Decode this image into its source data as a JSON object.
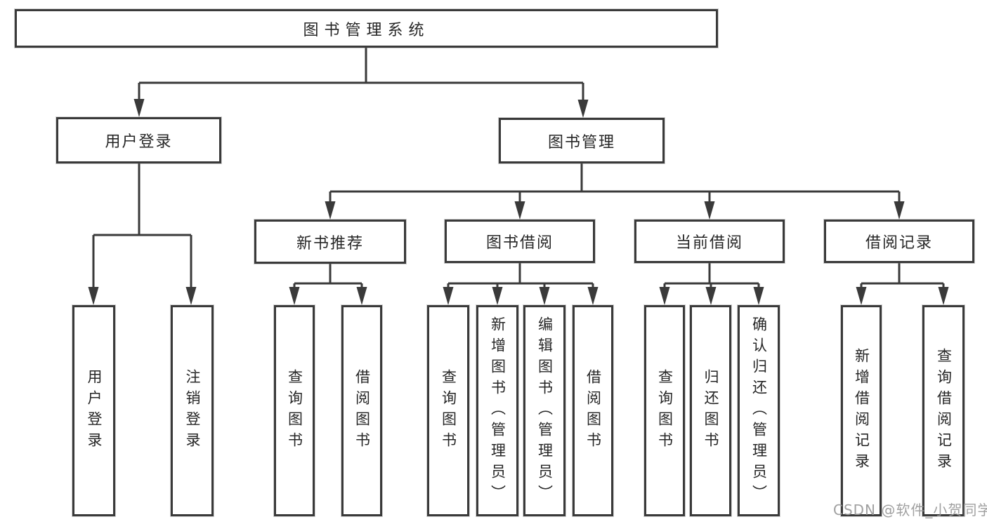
{
  "diagram": {
    "root": {
      "label": "图书管理系统"
    },
    "branches": [
      {
        "label": "用户登录",
        "children": [
          {
            "label": "用户登录"
          },
          {
            "label": "注销登录"
          }
        ]
      },
      {
        "label": "图书管理",
        "children": [
          {
            "label": "新书推荐",
            "children": [
              {
                "label": "查询图书"
              },
              {
                "label": "借阅图书"
              }
            ]
          },
          {
            "label": "图书借阅",
            "children": [
              {
                "label": "查询图书"
              },
              {
                "label": "新增图书（管理员）"
              },
              {
                "label": "编辑图书（管理员）"
              },
              {
                "label": "借阅图书"
              }
            ]
          },
          {
            "label": "当前借阅",
            "children": [
              {
                "label": "查询图书"
              },
              {
                "label": "归还图书"
              },
              {
                "label": "确认归还（管理员）"
              }
            ]
          },
          {
            "label": "借阅记录",
            "children": [
              {
                "label": "新增借阅记录"
              },
              {
                "label": "查询借阅记录"
              }
            ]
          }
        ]
      }
    ]
  },
  "watermark": {
    "text": "CSDN @软件_小贺同学",
    "color": "#989898"
  },
  "colors": {
    "line": "#3a3a3a",
    "box_border": "#3a3a3a",
    "text": "#262626",
    "background": "#ffffff"
  }
}
